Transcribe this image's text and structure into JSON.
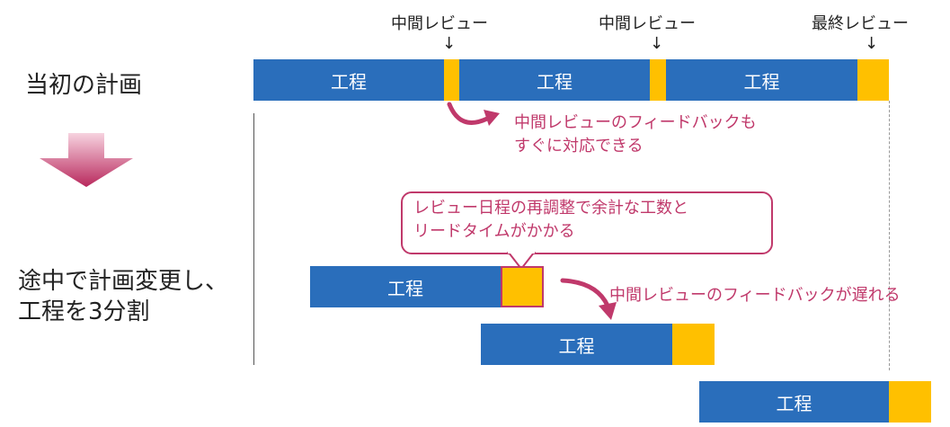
{
  "reviews": {
    "mid1": "中間レビュー",
    "mid2": "中間レビュー",
    "final": "最終レビュー",
    "arrow": "↓"
  },
  "labels": {
    "original_plan": "当初の計画",
    "changed_line1": "途中で計画変更し、",
    "changed_line2": "工程を3分割"
  },
  "process_label": "工程",
  "notes": {
    "quick_feedback_line1": "中間レビューのフィードバックも",
    "quick_feedback_line2": "すぐに対応できる",
    "callout_line1": "レビュー日程の再調整で余計な工数と",
    "callout_line2": "リードタイムがかかる",
    "late_feedback": "中間レビューのフィードバックが遅れる"
  },
  "colors": {
    "process": "#2a6ebb",
    "review": "#ffc000",
    "accent": "#c0396b"
  }
}
